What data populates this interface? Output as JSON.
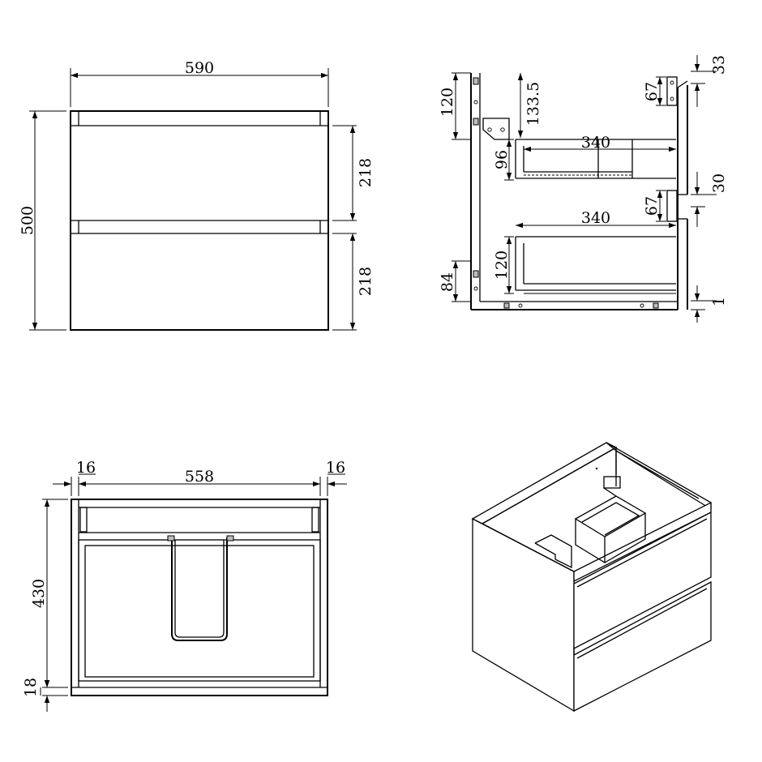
{
  "views": {
    "front": {
      "width": "590",
      "height": "500",
      "drawer_top": "218",
      "drawer_bottom": "218"
    },
    "side": {
      "top_panel": "120",
      "depth_1": "133.5",
      "drawer_height": "96",
      "drawer_depth_top": "340",
      "drawer_depth_bottom": "340",
      "lower_drawer": "120",
      "base": "84",
      "rail_top": "67",
      "rail_mid": "67",
      "top_thickness": "33",
      "gap_mid": "30",
      "base_gap": "1"
    },
    "top": {
      "left_panel": "16",
      "inner_width": "558",
      "right_panel": "16",
      "depth": "430",
      "back": "18"
    }
  }
}
